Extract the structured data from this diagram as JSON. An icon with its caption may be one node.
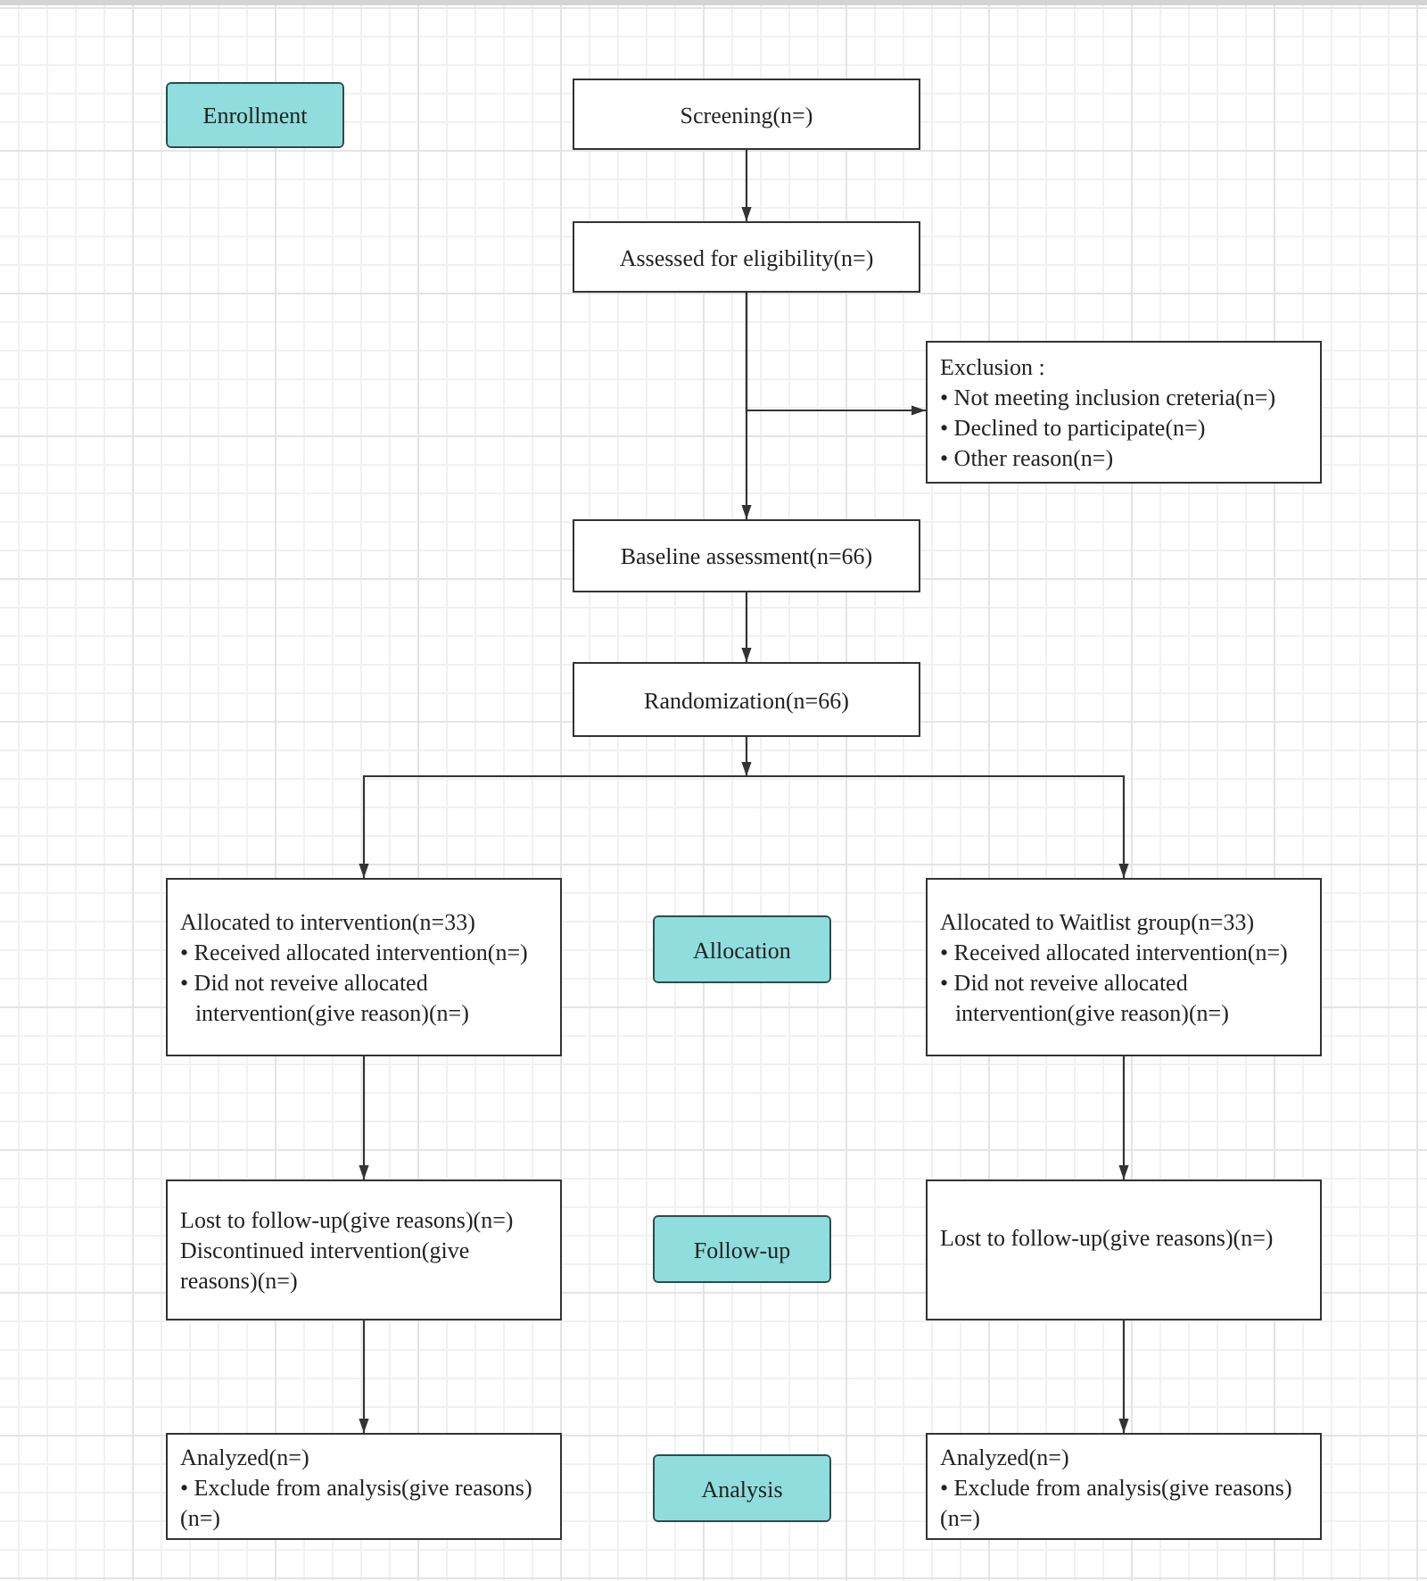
{
  "diagram": {
    "nodes": [
      {
        "text": [
          "Enrollment"
        ]
      },
      {
        "text": [
          "Screening(n=)"
        ]
      },
      {
        "text": [
          "Assessed for eligibility(n=)"
        ]
      },
      {
        "text": [
          "Exclusion :",
          "• Not meeting inclusion creteria(n=)",
          "• Declined to participate(n=)",
          "• Other reason(n=)"
        ]
      },
      {
        "text": [
          "Baseline assessment(n=66)"
        ]
      },
      {
        "text": [
          "Randomization(n=66)"
        ]
      },
      {
        "text": [
          "Allocated to intervention(n=33)",
          "• Received allocated intervention(n=)",
          "• Did not reveive allocated intervention(give reason)(n=)"
        ]
      },
      {
        "text": [
          "Allocation"
        ]
      },
      {
        "text": [
          "Allocated to Waitlist group(n=33)",
          "• Received allocated intervention(n=)",
          "• Did not reveive allocated intervention(give reason)(n=)"
        ]
      },
      {
        "text": [
          "Lost to follow-up(give reasons)(n=)",
          "Discontinued intervention(give reasons)(n=)"
        ]
      },
      {
        "text": [
          "Follow-up"
        ]
      },
      {
        "text": [
          "Lost to follow-up(give reasons)(n=)"
        ]
      },
      {
        "text": [
          "Analyzed(n=)",
          "• Exclude from analysis(give reasons)(n=)"
        ]
      },
      {
        "text": [
          "Analysis"
        ]
      },
      {
        "text": [
          "Analyzed(n=)",
          "• Exclude from analysis(give reasons)(n=)"
        ]
      }
    ],
    "edges": [
      {
        "from": 1,
        "to": 2,
        "arrow": "to"
      },
      {
        "from": 2,
        "to": 4,
        "arrow": "to"
      },
      {
        "from": 2,
        "to": 3,
        "arrow": "to"
      },
      {
        "from": 4,
        "to": 5,
        "arrow": "to"
      },
      {
        "from": 5,
        "to": 6,
        "arrow": "to"
      },
      {
        "from": 5,
        "to": 8,
        "arrow": "to"
      },
      {
        "from": 6,
        "to": 9,
        "arrow": "to"
      },
      {
        "from": 8,
        "to": 11,
        "arrow": "to"
      },
      {
        "from": 9,
        "to": 12,
        "arrow": "to"
      },
      {
        "from": 11,
        "to": 14,
        "arrow": "to"
      }
    ]
  }
}
